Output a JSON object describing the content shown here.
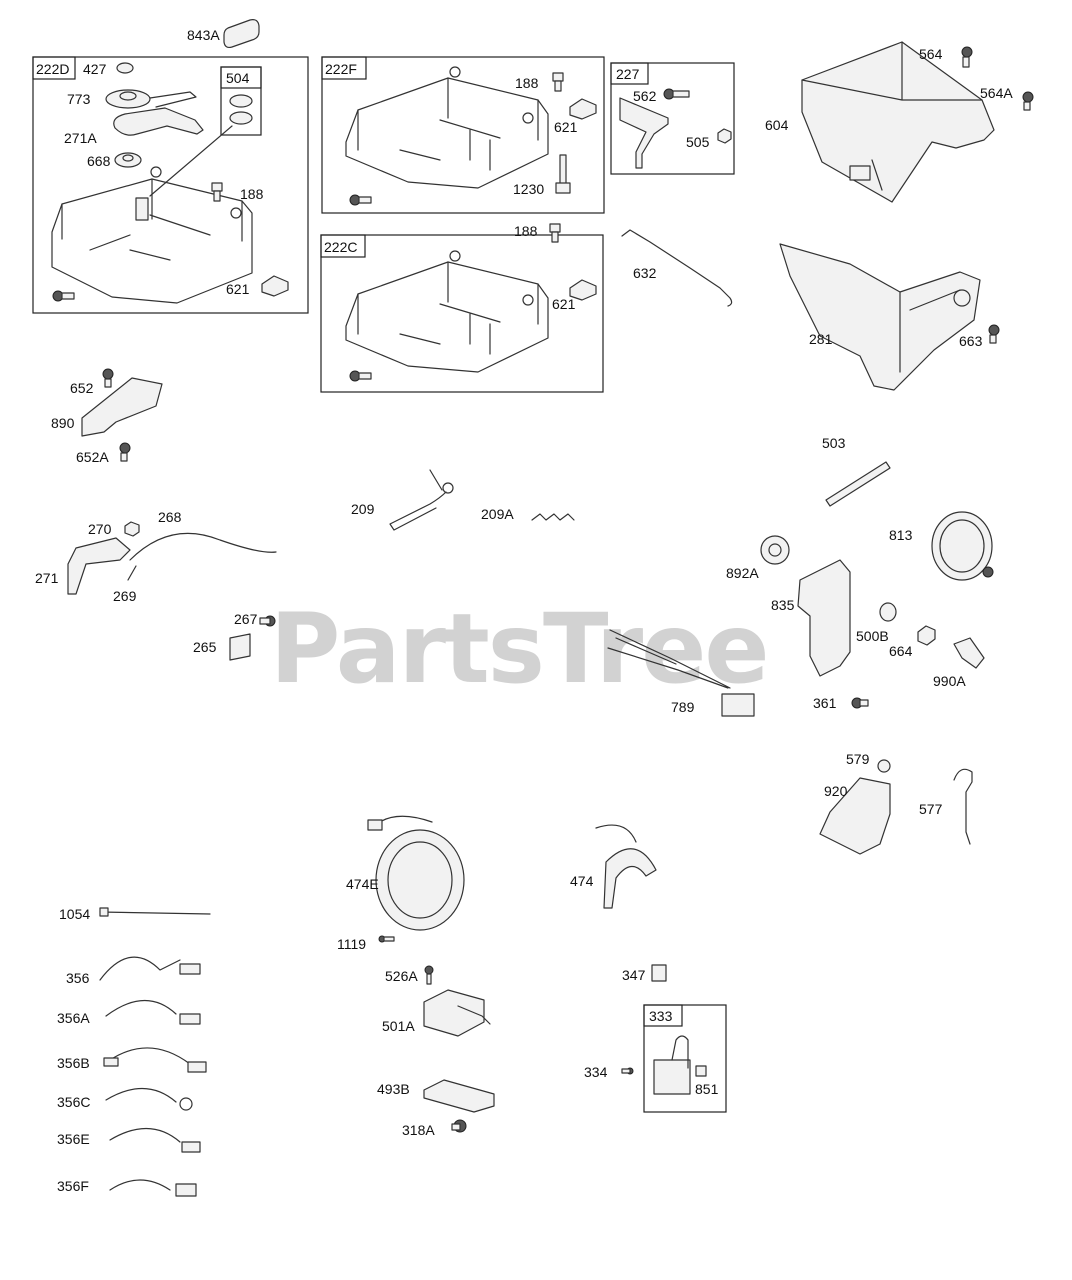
{
  "watermark": "PartsTree",
  "groups": [
    {
      "id": "222D",
      "label": "222D"
    },
    {
      "id": "504",
      "label": "504"
    },
    {
      "id": "222F",
      "label": "222F"
    },
    {
      "id": "227",
      "label": "227"
    },
    {
      "id": "222C",
      "label": "222C"
    },
    {
      "id": "333",
      "label": "333"
    }
  ],
  "callouts": [
    "843A",
    "427",
    "773",
    "271A",
    "668",
    "188",
    "621",
    "188",
    "621",
    "1230",
    "562",
    "505",
    "564",
    "564A",
    "604",
    "188",
    "621",
    "632",
    "281",
    "663",
    "652",
    "890",
    "652A",
    "209",
    "209A",
    "270",
    "268",
    "271",
    "269",
    "267",
    "265",
    "503",
    "813",
    "892A",
    "835",
    "500B",
    "664",
    "990A",
    "361",
    "789",
    "579",
    "920",
    "577",
    "474E",
    "474",
    "1119",
    "526A",
    "347",
    "501A",
    "493B",
    "318A",
    "334",
    "851",
    "1054",
    "356",
    "356A",
    "356B",
    "356C",
    "356E",
    "356F"
  ]
}
